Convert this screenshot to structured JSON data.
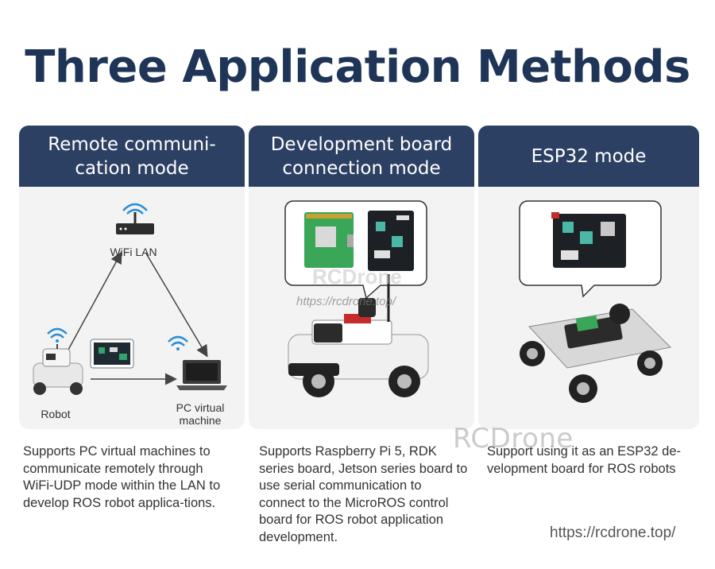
{
  "title": "Three Application Methods",
  "cards": [
    {
      "header": "Remote communi-\ncation mode",
      "labels": {
        "wifi": "WiFi LAN",
        "robot": "Robot",
        "pc": "PC virtual\nmachine"
      },
      "description": "Supports PC virtual machines to communicate remotely through WiFi-UDP mode within the LAN to develop ROS robot applica-tions."
    },
    {
      "header": "Development board\nconnection mode",
      "watermark_brand": "RCDrone",
      "watermark_url": "https://rcdrone.top/",
      "description": "Supports Raspberry Pi 5, RDK series board, Jetson series board to use serial communication to connect to the MicroROS control board for ROS robot application development."
    },
    {
      "header": "ESP32 mode",
      "description": "Support using it as an ESP32 de-velopment board for ROS robots"
    }
  ],
  "watermark": {
    "brand": "RCDrone",
    "url": "https://rcdrone.top/"
  },
  "colors": {
    "title": "#1f3557",
    "header_bg": "#2c4063",
    "card_bg": "#f3f3f3"
  }
}
